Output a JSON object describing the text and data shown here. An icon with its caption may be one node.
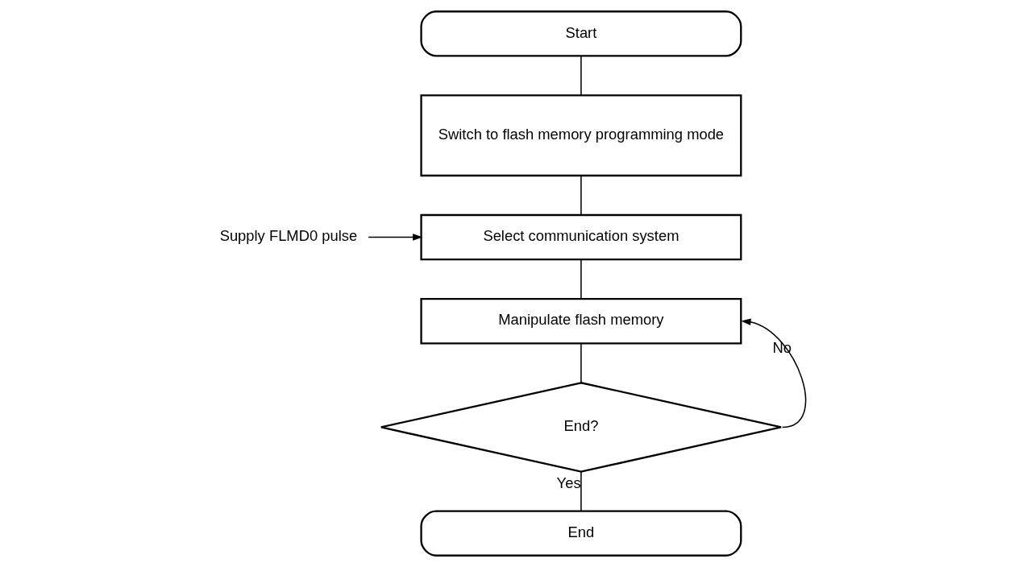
{
  "diagram": {
    "nodes": [
      {
        "text": [
          "Start"
        ]
      },
      {
        "text": [
          "Switch to flash memory programming mode"
        ]
      },
      {
        "text": [
          "Select communication system"
        ]
      },
      {
        "text": [
          "Supply FLMD0 pulse"
        ]
      },
      {
        "text": [
          "Manipulate flash memory"
        ]
      },
      {
        "text": [
          "End?"
        ]
      },
      {
        "text": [
          "End"
        ]
      }
    ],
    "edges": [
      {
        "from": 0,
        "to": 1,
        "arrow": "none"
      },
      {
        "from": 1,
        "to": 2,
        "arrow": "none"
      },
      {
        "from": 3,
        "to": 2,
        "arrow": "to"
      },
      {
        "from": 2,
        "to": 4,
        "arrow": "none"
      },
      {
        "from": 4,
        "to": 5,
        "arrow": "none"
      },
      {
        "from": 5,
        "to": 4,
        "arrow": "to",
        "label": "No"
      },
      {
        "from": 5,
        "to": 6,
        "arrow": "none",
        "label": "Yes"
      }
    ]
  }
}
